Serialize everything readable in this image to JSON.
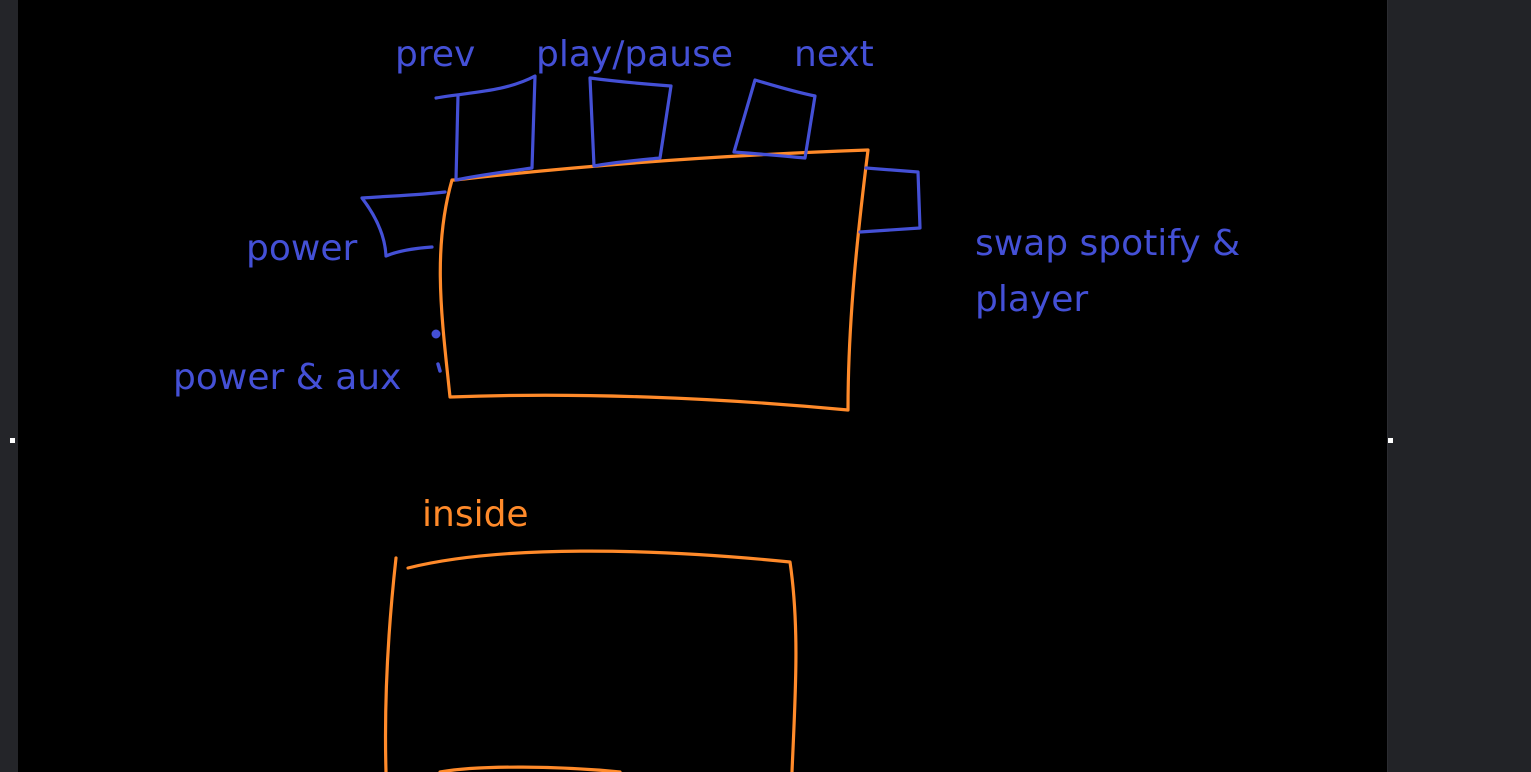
{
  "colors": {
    "annotation": "#4450d6",
    "outline": "#ff8a2a",
    "canvas": "#000000",
    "chrome": "#1f2023"
  },
  "labels": {
    "prev": "prev",
    "play_pause": "play/pause",
    "next": "next",
    "power": "power",
    "power_aux": "power & aux",
    "swap_line1": "swap spotify &",
    "swap_line2": "player",
    "inside": "inside"
  }
}
